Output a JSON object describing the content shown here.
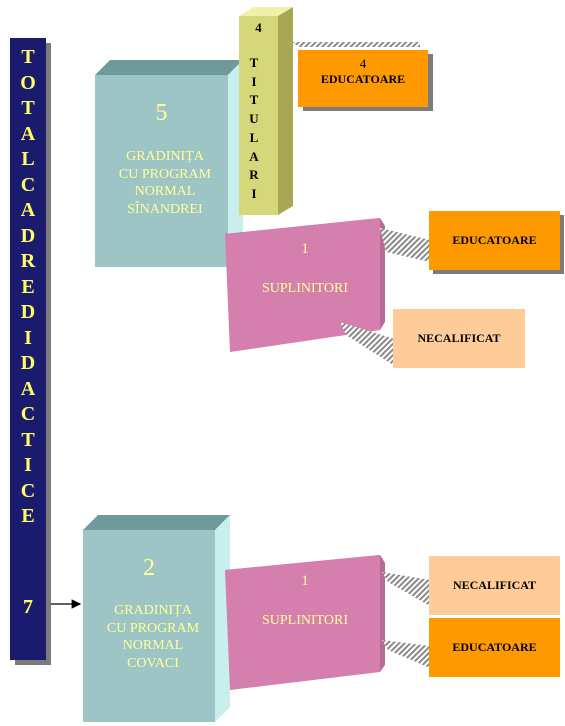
{
  "banner": {
    "letters": [
      "T",
      "O",
      "T",
      "A",
      "L",
      "C",
      "A",
      "D",
      "R",
      "E",
      "D",
      "I",
      "D",
      "A",
      "C",
      "T",
      "I",
      "C",
      "E"
    ],
    "total": "7"
  },
  "sinandrei": {
    "count": "5",
    "lines": [
      "GRADINIȚA",
      "CU PROGRAM",
      "NORMAL",
      "SÎNANDREI"
    ],
    "titulari": {
      "count": "4",
      "letters": [
        "T",
        "I",
        "T",
        "U",
        "L",
        "A",
        "R",
        "I"
      ],
      "box": {
        "count": "4",
        "label": "EDUCATOARE"
      }
    },
    "suplinitori": {
      "count": "1",
      "label": "SUPLINITORI",
      "boxes": [
        "EDUCATOARE",
        "NECALIFICAT"
      ]
    }
  },
  "covaci": {
    "count": "2",
    "lines": [
      "GRADINIȚA",
      "CU PROGRAM",
      "NORMAL",
      "COVACI"
    ],
    "suplinitori": {
      "count": "1",
      "label": "SUPLINITORI",
      "boxes": [
        "NECALIFICAT",
        "EDUCATOARE"
      ]
    }
  },
  "colors": {
    "banner": "#1a1a6e",
    "banner_text": "#ffff66",
    "teal_front": "#9ec5c5",
    "teal_top": "#6f9a9a",
    "teal_side": "#c8eeee",
    "pink_front": "#d47fae",
    "pink_top": "#9c5a80",
    "pink_side": "#b76a95",
    "yellow_front": "#d6d67a",
    "yellow_top": "#f0f0a8",
    "yellow_side": "#a8a852",
    "orange": "#ff9900",
    "peach": "#ffcc99"
  }
}
